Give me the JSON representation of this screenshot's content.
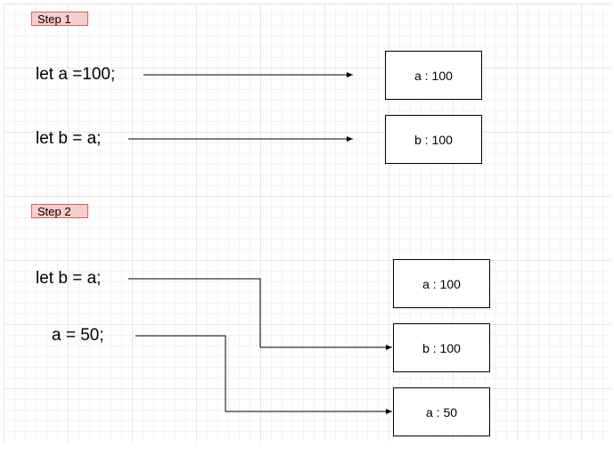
{
  "colors": {
    "step_fill": "#f8cecc",
    "step_border": "#d9605a",
    "line": "#000000"
  },
  "step1": {
    "label": "Step 1",
    "statements": [
      "let a =100;",
      "let b = a;"
    ],
    "boxes": [
      "a : 100",
      "b : 100"
    ]
  },
  "step2": {
    "label": "Step 2",
    "statements": [
      "let b = a;",
      "a = 50;"
    ],
    "boxes": [
      "a : 100",
      "b : 100",
      "a : 50"
    ]
  }
}
